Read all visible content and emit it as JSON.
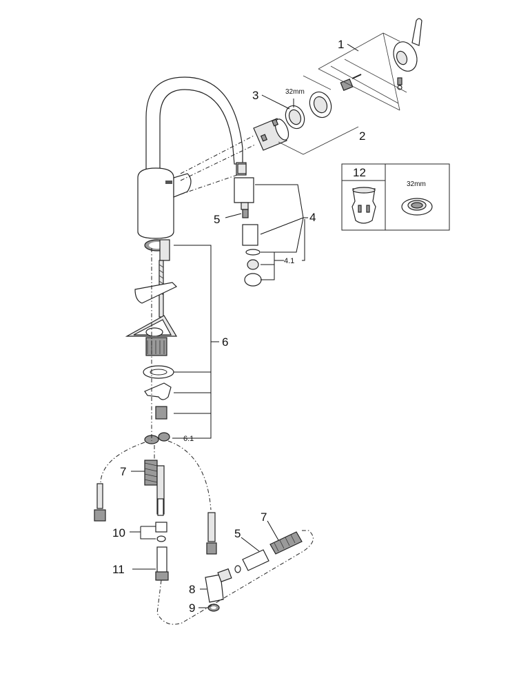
{
  "callouts": {
    "c1": "1",
    "c2": "2",
    "c3": "3",
    "c3_size": "32mm",
    "c4": "4",
    "c4_1": "4.1",
    "c5_top": "5",
    "c6": "6",
    "c6_1": "6.1",
    "c7_left": "7",
    "c7_right": "7",
    "c5_bottom": "5",
    "c8": "8",
    "c9": "9",
    "c10": "10",
    "c11": "11"
  },
  "inset": {
    "number": "12",
    "size_label": "32mm"
  }
}
